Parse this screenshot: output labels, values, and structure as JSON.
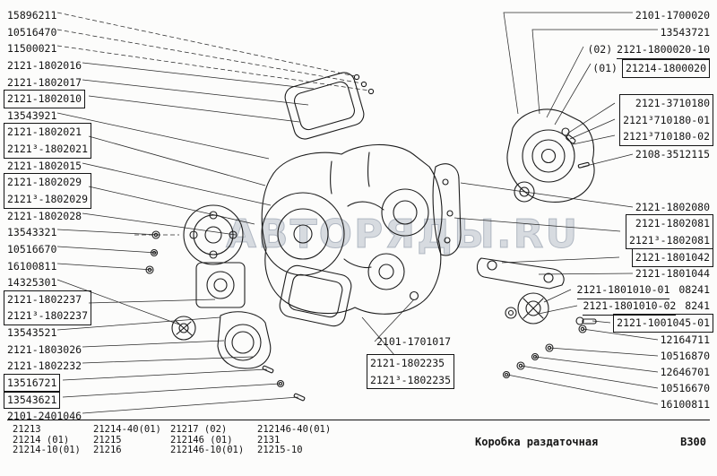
{
  "watermark": "АВТОРЯДЫ.RU",
  "left": {
    "groups": [
      {
        "rows": [
          "15896211"
        ]
      },
      {
        "rows": [
          "10516470"
        ]
      },
      {
        "rows": [
          "11500021"
        ]
      },
      {
        "rows": [
          "2121-1802016"
        ]
      },
      {
        "rows": [
          "2121-1802017"
        ]
      },
      {
        "rows": [
          "2121-1802010"
        ],
        "box": "group"
      },
      {
        "rows": [
          "13543921"
        ]
      },
      {
        "rows": [
          "2121-1802021",
          "2121³-1802021"
        ],
        "box": "group"
      },
      {
        "rows": [
          "2121-1802015"
        ]
      },
      {
        "rows": [
          "2121-1802029",
          "2121³-1802029"
        ],
        "box": "group"
      },
      {
        "rows": [
          "2121-1802028"
        ]
      },
      {
        "rows": [
          "13543321"
        ]
      },
      {
        "rows": [
          "10516670"
        ]
      },
      {
        "rows": [
          "16100811"
        ]
      },
      {
        "rows": [
          "14325301"
        ]
      },
      {
        "rows": [
          "2121-1802237",
          "2121³-1802237"
        ],
        "box": "group"
      },
      {
        "rows": [
          "13543521"
        ]
      },
      {
        "rows": [
          "2121-1803026"
        ]
      },
      {
        "rows": [
          "2121-1802232"
        ]
      },
      {
        "rows": [
          "13516721"
        ],
        "box": "group"
      },
      {
        "rows": [
          "13543621"
        ],
        "box": "group"
      },
      {
        "rows": [
          "2101-2401046"
        ]
      }
    ]
  },
  "right": {
    "groups": [
      {
        "rows": [
          "2101-1700020"
        ]
      },
      {
        "rows": [
          "13543721"
        ]
      },
      {
        "prefix": "(02)",
        "rows": [
          "2121-1800020-10"
        ],
        "underline": true
      },
      {
        "prefix": "(01)",
        "rows": [
          "21214-1800020"
        ],
        "box": "num"
      },
      {
        "rows": [
          "2121-3710180",
          "2121³710180-01",
          "2121³710180-02"
        ],
        "box": "group"
      },
      {
        "rows": [
          "2108-3512115"
        ]
      },
      {
        "rows": [
          "2121-1802080"
        ]
      },
      {
        "rows": [
          "2121-1802081",
          "2121³-1802081"
        ],
        "box": "group"
      },
      {
        "rows": [
          "2121-1801042"
        ],
        "box": "group"
      },
      {
        "rows": [
          "2121-1801044"
        ]
      },
      {
        "rows": [
          "2121-1801010-01"
        ],
        "underline": true,
        "suffix": "08241"
      },
      {
        "rows": [
          "2121-1801010-02"
        ],
        "underline": true,
        "suffix": "8241"
      },
      {
        "rows": [
          "2121-1001045-01"
        ],
        "box": "group"
      },
      {
        "rows": [
          "12164711"
        ]
      },
      {
        "rows": [
          "10516870"
        ]
      },
      {
        "rows": [
          "12646701"
        ]
      },
      {
        "rows": [
          "10516670"
        ]
      },
      {
        "rows": [
          "16100811"
        ]
      }
    ]
  },
  "center": {
    "groups": [
      {
        "rows": [
          "2101-1701017"
        ]
      },
      {
        "rows": [
          "2121-1802235",
          "2121³-1802235"
        ],
        "box": "group"
      }
    ]
  },
  "footer": {
    "columns": [
      [
        "21213",
        "21214 (01)",
        "21214-10(01)"
      ],
      [
        "21214-40(01)",
        "21215",
        "21216"
      ],
      [
        "21217 (02)",
        "212146 (01)",
        "212146-10(01)"
      ],
      [
        "212146-40(01)",
        "2131",
        "21215-10"
      ]
    ],
    "title": "Коробка раздаточная",
    "code": "В300"
  }
}
